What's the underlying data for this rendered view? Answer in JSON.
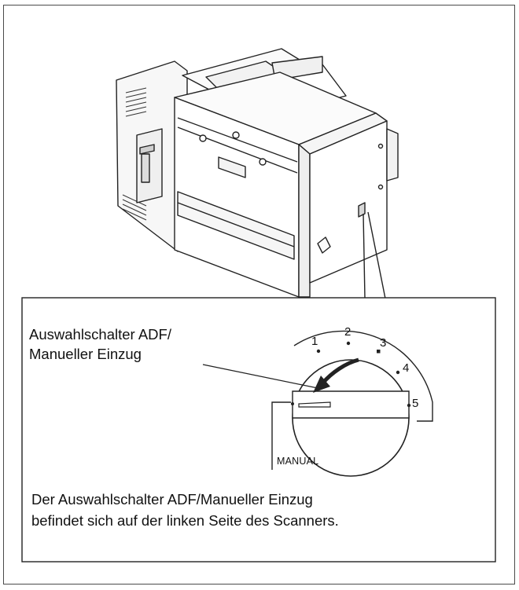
{
  "callout": {
    "label": "Auswahlschalter  ADF/\nManueller Einzug"
  },
  "dial": {
    "positions": [
      "1",
      "2",
      "3",
      "4",
      "5"
    ],
    "manual_label": "MANUAL"
  },
  "caption": "Der Auswahlschalter ADF/Manueller Einzug\nbefindet sich auf der linken Seite des Scanners."
}
